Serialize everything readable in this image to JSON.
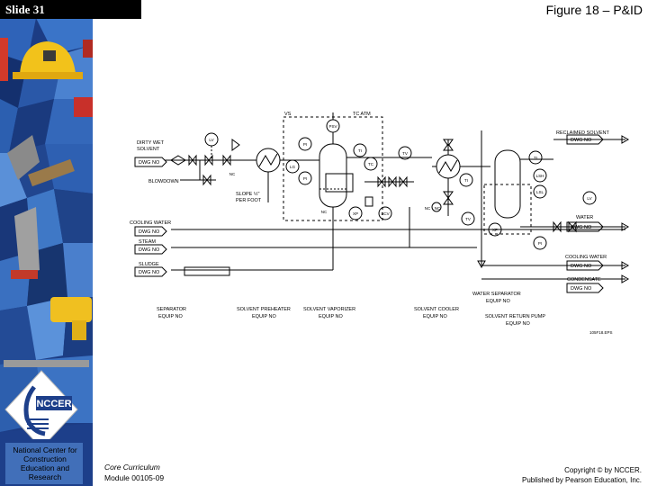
{
  "header": {
    "slide_label": "Slide 31",
    "figure_title": "Figure 18 – P&ID"
  },
  "sidebar": {
    "logo_name": "NCCER",
    "org_name": "National Center for Construction Education and Research"
  },
  "footer": {
    "curriculum": "Core Curriculum",
    "module": "Module 00105-09",
    "copyright_line1": "Copyright © by NCCER.",
    "copyright_line2": "Published by Pearson Education, Inc."
  },
  "diagram": {
    "inputs": {
      "dirty_wet_solvent_1": "DIRTY WET",
      "dirty_wet_solvent_2": "SOLVENT",
      "dwg_no": "DWG NO",
      "blowdown": "BLOWDOWN",
      "cooling_water": "COOLING WATER",
      "steam": "STEAM",
      "sludge": "SLUDGE"
    },
    "outputs": {
      "reclaimed_solvent": "RECLAIMED SOLVENT",
      "water": "WATER",
      "cooling_water": "COOLING WATER",
      "condensate": "CONDENSATE"
    },
    "misc": {
      "vs": "VS",
      "tc_atm": "TC ATM",
      "slope_1": "SLOPE ½\"",
      "slope_2": "PER FOOT"
    },
    "instruments": [
      "LV",
      "PSV",
      "PI",
      "TI",
      "TC",
      "TV",
      "LG",
      "PI",
      "NC",
      "NC",
      "XP",
      "SCV",
      "NC",
      "TI",
      "LSH",
      "LSL",
      "LV",
      "XP",
      "PI",
      "TV",
      "TI",
      "NC"
    ],
    "equipment": {
      "separator": "SEPARATOR",
      "solvent_preheater": "SOLVENT PREHEATER",
      "solvent_vaporizer": "SOLVENT VAPORIZER",
      "solvent_cooler": "SOLVENT COOLER",
      "water_separator": "WATER SEPARATOR",
      "solvent_return_pump": "SOLVENT RETURN PUMP",
      "equip_no": "EQUIP NO"
    },
    "figure_code": "105F18.EPS"
  }
}
